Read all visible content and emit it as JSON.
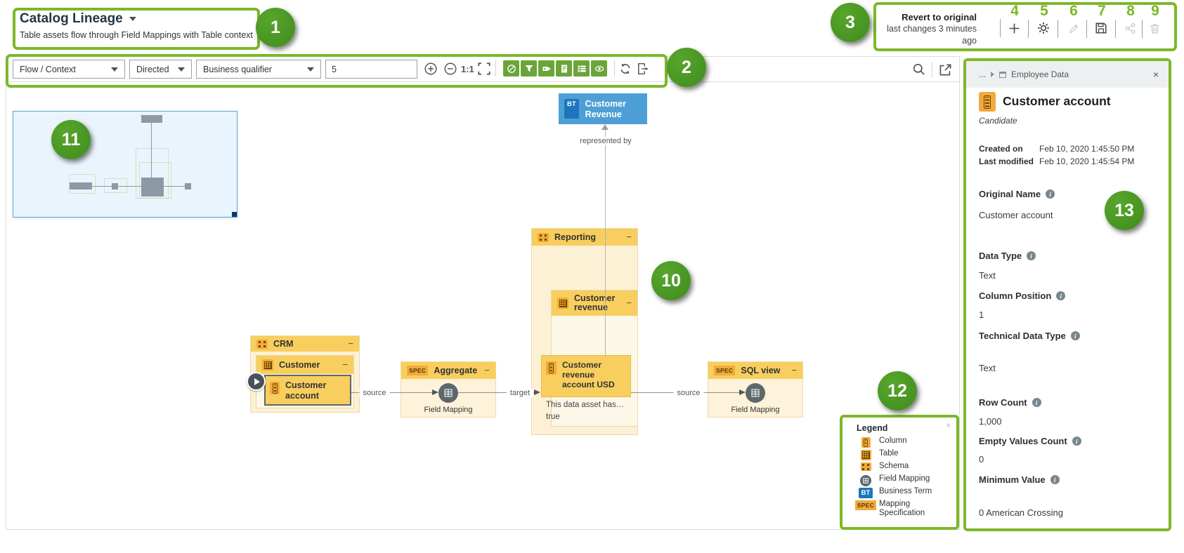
{
  "annotations": [
    "1",
    "2",
    "3",
    "4",
    "5",
    "6",
    "7",
    "8",
    "9",
    "10",
    "11",
    "12",
    "13"
  ],
  "header": {
    "title": "Catalog Lineage",
    "subtitle": "Table assets flow through Field Mappings with Table context"
  },
  "revert": {
    "title": "Revert to original",
    "subtitle": "last changes 3 minutes ago"
  },
  "toolbar": {
    "flow_select": "Flow / Context",
    "direction_select": "Directed",
    "qualifier_select": "Business qualifier",
    "depth_input": "5",
    "actual_size": "1:1"
  },
  "ui": {
    "collapse": "−",
    "close": "×",
    "ellipsis": "..."
  },
  "diagram": {
    "bt_node": {
      "badge": "BT",
      "line1": "Customer",
      "line2": "Revenue"
    },
    "edges": {
      "represented_by": "represented by",
      "source_left": "source",
      "target": "target",
      "source_right": "source"
    },
    "crm": {
      "title": "CRM"
    },
    "customer_table": {
      "title": "Customer"
    },
    "customer_account": {
      "line1": "Customer",
      "line2": "account"
    },
    "aggregate": {
      "badge": "SPEC",
      "title": "Aggregate",
      "node": "Field Mapping"
    },
    "sql_view": {
      "badge": "SPEC",
      "title": "SQL view",
      "node": "Field Mapping"
    },
    "reporting": {
      "title": "Reporting"
    },
    "customer_revenue": {
      "line1": "Customer",
      "line2": "revenue"
    },
    "usd_node": {
      "line1": "Customer",
      "line2": "revenue",
      "line3": "account USD"
    },
    "note_line1": "This data asset has…",
    "note_line2": "true"
  },
  "legend": {
    "title": "Legend",
    "items": [
      {
        "label": "Column"
      },
      {
        "label": "Table"
      },
      {
        "label": "Schema"
      },
      {
        "label": "Field Mapping"
      },
      {
        "label": "Business Term",
        "badge": "BT"
      },
      {
        "label": "Mapping Specification",
        "badge": "SPEC"
      }
    ]
  },
  "panel": {
    "breadcrumb": {
      "ellipsis": "...",
      "item": "Employee Data"
    },
    "title": "Customer account",
    "status": "Candidate",
    "meta": [
      {
        "label": "Created on",
        "value": "Feb 10, 2020 1:45:50 PM"
      },
      {
        "label": "Last modified",
        "value": "Feb 10, 2020 1:45:54 PM"
      }
    ],
    "fields": [
      {
        "label": "Original Name",
        "value": "Customer account"
      },
      {
        "label": "Data Type",
        "value": "Text"
      },
      {
        "label": "Column Position",
        "value": "1"
      },
      {
        "label": "Technical Data Type",
        "value": "Text"
      },
      {
        "label": "Row Count",
        "value": "1,000"
      },
      {
        "label": "Empty Values Count",
        "value": "0"
      },
      {
        "label": "Minimum Value",
        "value": "0 American Crossing"
      }
    ]
  },
  "colors": {
    "annotation_green": "#7cb829",
    "circle_green": "#459422",
    "toolbar_green": "#6ba43a",
    "node_yellow": "#f8ce5e",
    "container_cream": "#fcf1d5",
    "bt_blue": "#4f9fd7",
    "bt_badge_blue": "#1d76bb",
    "spec_orange": "#f3a93c",
    "field_mapping_gray": "#5d686d"
  }
}
